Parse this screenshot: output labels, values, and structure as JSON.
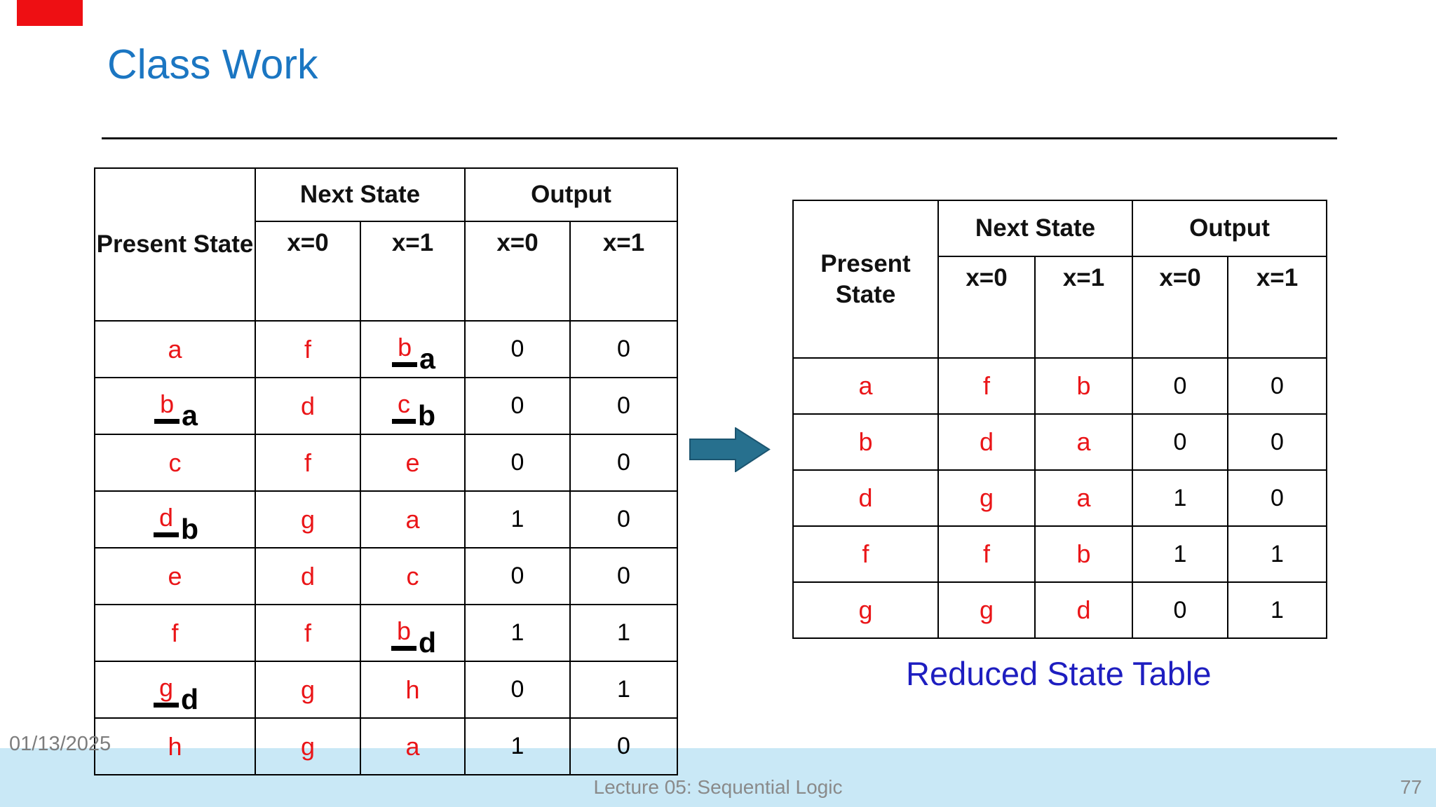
{
  "slide": {
    "title": "Class Work",
    "caption": "Reduced State Table",
    "footer": {
      "date": "01/13/2025",
      "lecture": "Lecture 05: Sequential Logic",
      "page": "77"
    }
  },
  "colors": {
    "title_blue": "#1b76c2",
    "caption_blue": "#1e1ec0",
    "state_red": "#ea1518",
    "arrow_teal": "#27708e",
    "footer_bar_blue": "#c9e8f6",
    "recording_red": "#ee0f13",
    "footer_gray": "#8a8a8a"
  },
  "tables": {
    "headers": {
      "present": "Present State",
      "next": "Next State",
      "output": "Output",
      "x0": "x=0",
      "x1": "x=1"
    }
  },
  "left_table": {
    "rows": [
      {
        "present": {
          "t": "a"
        },
        "n0": {
          "t": "f"
        },
        "n1": {
          "t": "b",
          "repl": "a"
        },
        "o0": "0",
        "o1": "0"
      },
      {
        "present": {
          "t": "b",
          "repl": "a"
        },
        "n0": {
          "t": "d"
        },
        "n1": {
          "t": "c",
          "repl": "b"
        },
        "o0": "0",
        "o1": "0"
      },
      {
        "present": {
          "t": "c"
        },
        "n0": {
          "t": "f"
        },
        "n1": {
          "t": "e"
        },
        "o0": "0",
        "o1": "0"
      },
      {
        "present": {
          "t": "d",
          "repl": "b"
        },
        "n0": {
          "t": "g"
        },
        "n1": {
          "t": "a"
        },
        "o0": "1",
        "o1": "0"
      },
      {
        "present": {
          "t": "e"
        },
        "n0": {
          "t": "d"
        },
        "n1": {
          "t": "c"
        },
        "o0": "0",
        "o1": "0"
      },
      {
        "present": {
          "t": "f"
        },
        "n0": {
          "t": "f"
        },
        "n1": {
          "t": "b",
          "repl": "d"
        },
        "o0": "1",
        "o1": "1"
      },
      {
        "present": {
          "t": "g",
          "repl": "d"
        },
        "n0": {
          "t": "g"
        },
        "n1": {
          "t": "h"
        },
        "o0": "0",
        "o1": "1"
      },
      {
        "present": {
          "t": "h"
        },
        "n0": {
          "t": "g"
        },
        "n1": {
          "t": "a"
        },
        "o0": "1",
        "o1": "0"
      }
    ]
  },
  "right_table": {
    "rows": [
      {
        "present": {
          "t": "a"
        },
        "n0": {
          "t": "f"
        },
        "n1": {
          "t": "b"
        },
        "o0": "0",
        "o1": "0"
      },
      {
        "present": {
          "t": "b"
        },
        "n0": {
          "t": "d"
        },
        "n1": {
          "t": "a"
        },
        "o0": "0",
        "o1": "0"
      },
      {
        "present": {
          "t": "d"
        },
        "n0": {
          "t": "g"
        },
        "n1": {
          "t": "a"
        },
        "o0": "1",
        "o1": "0"
      },
      {
        "present": {
          "t": "f"
        },
        "n0": {
          "t": "f"
        },
        "n1": {
          "t": "b"
        },
        "o0": "1",
        "o1": "1"
      },
      {
        "present": {
          "t": "g"
        },
        "n0": {
          "t": "g"
        },
        "n1": {
          "t": "d"
        },
        "o0": "0",
        "o1": "1"
      }
    ]
  }
}
